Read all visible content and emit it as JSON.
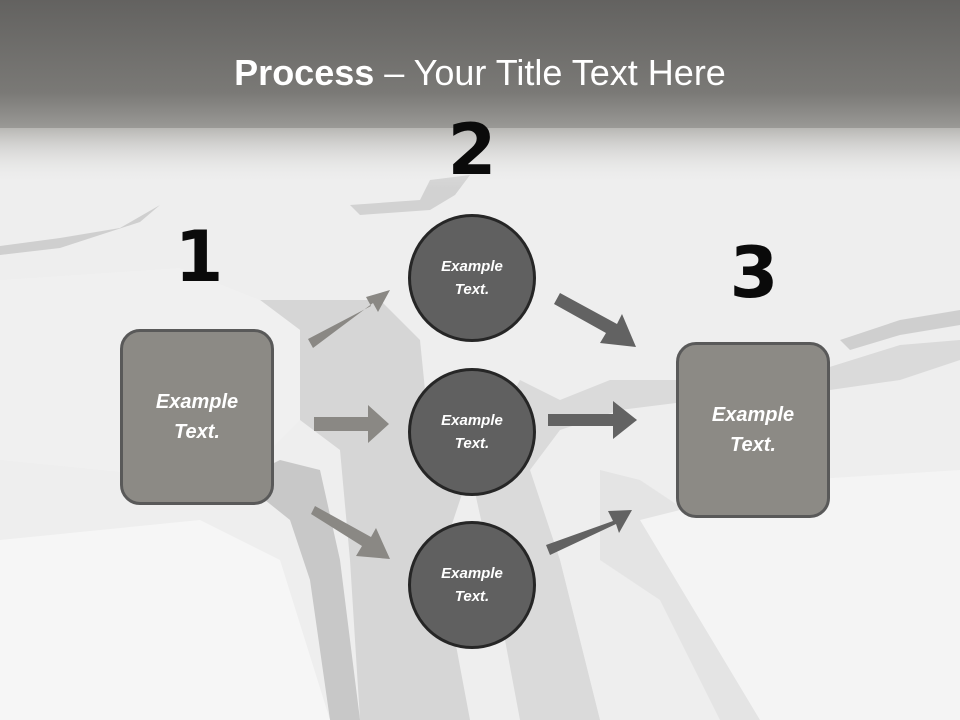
{
  "title": {
    "bold": "Process",
    "rest": " – Your Title Text Here"
  },
  "steps": {
    "one": "1",
    "two": "2",
    "three": "3"
  },
  "input_box": {
    "text": "Example\nText."
  },
  "middle_circles": [
    {
      "text": "Example\nText."
    },
    {
      "text": "Example\nText."
    },
    {
      "text": "Example\nText."
    }
  ],
  "output_box": {
    "text": "Example\nText."
  },
  "colors": {
    "header_band": "#6a6966",
    "box_fill": "#8c8a85",
    "circle_fill": "#606060",
    "left_arrows": "#8a8884",
    "right_arrows": "#626262",
    "number_text": "#0a0a0a"
  }
}
